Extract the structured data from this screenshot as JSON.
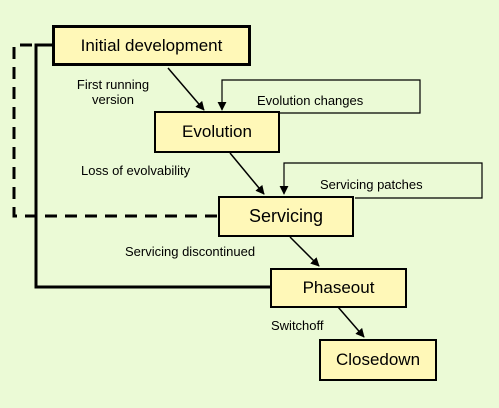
{
  "colors": {
    "background": "#ebfad6",
    "box_fill": "#fff8b8",
    "stroke": "#000000"
  },
  "boxes": {
    "initial": "Initial development",
    "evolution": "Evolution",
    "servicing": "Servicing",
    "phaseout": "Phaseout",
    "closedown": "Closedown"
  },
  "transitions": {
    "first_running_line1": "First running",
    "first_running_line2": "version",
    "evolution_changes": "Evolution changes",
    "loss_of_evolvability": "Loss of evolvability",
    "servicing_patches": "Servicing patches",
    "servicing_discontinued": "Servicing discontinued",
    "switchoff": "Switchoff"
  }
}
